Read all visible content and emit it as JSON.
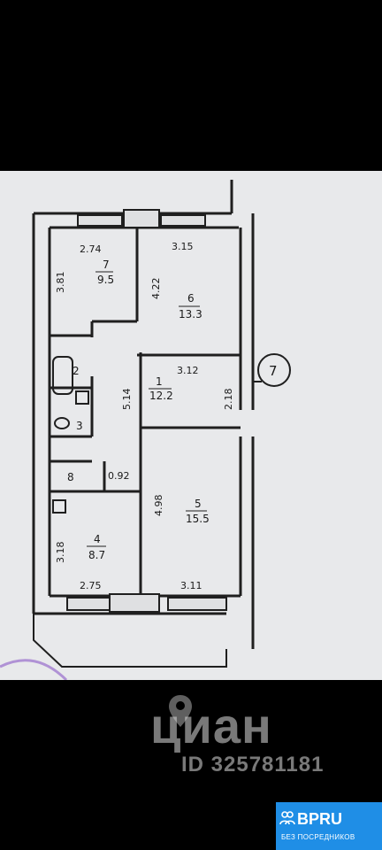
{
  "floor_plan": {
    "rooms": [
      {
        "number": "7",
        "area": "9.5"
      },
      {
        "number": "6",
        "area": "13.3"
      },
      {
        "number": "1",
        "area": "12.2"
      },
      {
        "number": "5",
        "area": "15.5"
      },
      {
        "number": "4",
        "area": "8.7"
      }
    ],
    "small_rooms": [
      "2",
      "3",
      "8"
    ],
    "dimensions": {
      "room7_width": "2.74",
      "room7_height": "3.81",
      "room6_width": "3.15",
      "room6_height": "4.22",
      "corridor_width": "3.12",
      "corridor_height": "2.18",
      "hall_length": "5.14",
      "room5_height": "4.98",
      "room4_height": "3.18",
      "room4_width": "2.75",
      "room5_width": "3.11",
      "closet_width": "0.92"
    },
    "axis_marker": "7"
  },
  "watermark": {
    "brand": "циан",
    "listing_id": "ID 325781181"
  },
  "badge": {
    "brand": "BPRU",
    "subtitle": "БЕЗ ПОСРЕДНИКОВ"
  }
}
